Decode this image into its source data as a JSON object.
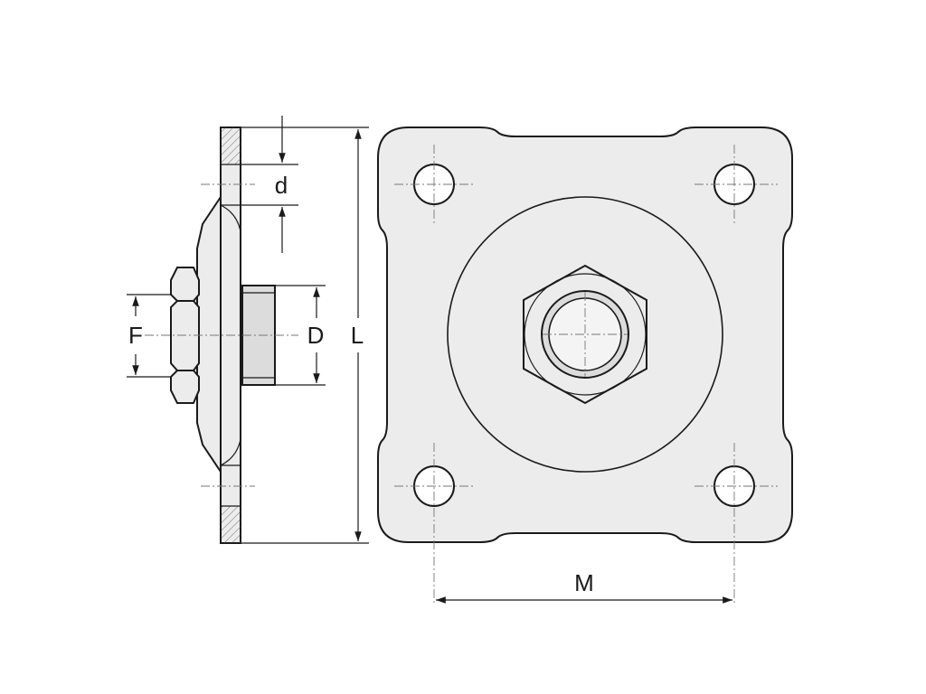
{
  "colors": {
    "line": "#1a1a1a",
    "body_fill": "#ececec",
    "bore_fill": "#dcdcdc",
    "centerline": "#777777"
  },
  "labels": {
    "d": "d",
    "F": "F",
    "D": "D",
    "L": "L",
    "M": "M"
  }
}
